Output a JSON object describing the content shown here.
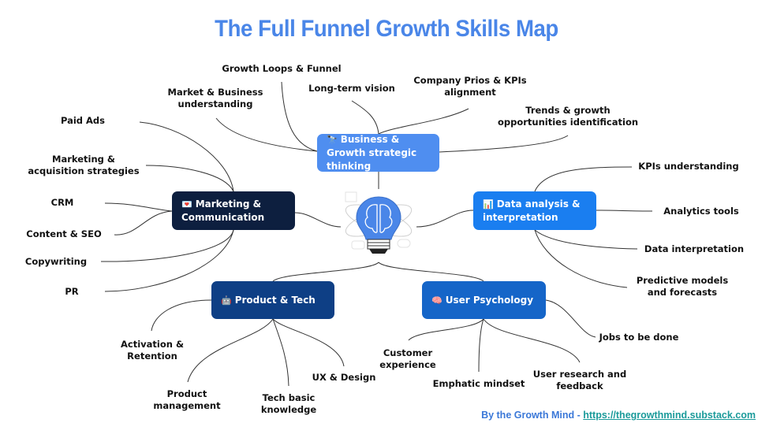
{
  "title": "The Full Funnel Growth Skills Map",
  "colors": {
    "title": "#4a86e8",
    "business": "#4f8ef0",
    "marketing": "#0d1f3f",
    "data": "#1a7ef0",
    "product": "#0e3f85",
    "psychology": "#1565c8",
    "footer_text": "#3b78d8",
    "footer_link": "#1a9a9a"
  },
  "center": {
    "icon": "lightbulb-brain-icon"
  },
  "nodes": {
    "business": {
      "emoji": "🔭",
      "icon": "telescope-icon",
      "label": "Business & Growth strategic thinking",
      "children": [
        "Growth Loops & Funnel",
        "Long-term vision",
        "Company Prios & KPIs alignment",
        "Trends & growth opportunities identification",
        "Market & Business understanding"
      ]
    },
    "marketing": {
      "emoji": "💌",
      "icon": "love-letter-icon",
      "label": "Marketing & Communication",
      "children": [
        "Paid Ads",
        "Marketing & acquisition strategies",
        "CRM",
        "Content & SEO",
        "Copywriting",
        "PR"
      ]
    },
    "data": {
      "emoji": "📊",
      "icon": "bar-chart-icon",
      "label": "Data analysis & interpretation",
      "children": [
        "KPIs understanding",
        "Analytics tools",
        "Data interpretation",
        "Predictive models and forecasts"
      ]
    },
    "product": {
      "emoji": "🤖",
      "icon": "robot-icon",
      "label": "Product & Tech",
      "children": [
        "Activation & Retention",
        "Product management",
        "Tech basic knowledge",
        "UX & Design"
      ]
    },
    "psychology": {
      "emoji": "🧠",
      "icon": "brain-icon",
      "label": "User Psychology",
      "children": [
        "Customer experience",
        "Emphatic mindset",
        "User research and feedback",
        "Jobs to be done"
      ]
    }
  },
  "leaves": {
    "growth_loops": "Growth Loops & Funnel",
    "long_term": "Long-term vision",
    "company_prios_1": "Company Prios & KPIs",
    "company_prios_2": "alignment",
    "trends_1": "Trends & growth",
    "trends_2": "opportunities identification",
    "market_1": "Market & Business",
    "market_2": "understanding",
    "paid_ads": "Paid Ads",
    "mkt_acq_1": "Marketing &",
    "mkt_acq_2": "acquisition strategies",
    "crm": "CRM",
    "content_seo": "Content & SEO",
    "copywriting": "Copywriting",
    "pr": "PR",
    "kpis": "KPIs understanding",
    "analytics": "Analytics tools",
    "data_interp": "Data interpretation",
    "predictive_1": "Predictive models",
    "predictive_2": "and forecasts",
    "activation_1": "Activation &",
    "activation_2": "Retention",
    "product_mgmt_1": "Product",
    "product_mgmt_2": "management",
    "tech_1": "Tech basic",
    "tech_2": "knowledge",
    "ux": "UX & Design",
    "customer_1": "Customer",
    "customer_2": "experience",
    "emphatic": "Emphatic mindset",
    "user_research_1": "User research and",
    "user_research_2": "feedback",
    "jtbd": "Jobs to be done"
  },
  "footer": {
    "prefix": "By the Growth Mind - ",
    "link": "https://thegrowthmind.substack.com"
  }
}
